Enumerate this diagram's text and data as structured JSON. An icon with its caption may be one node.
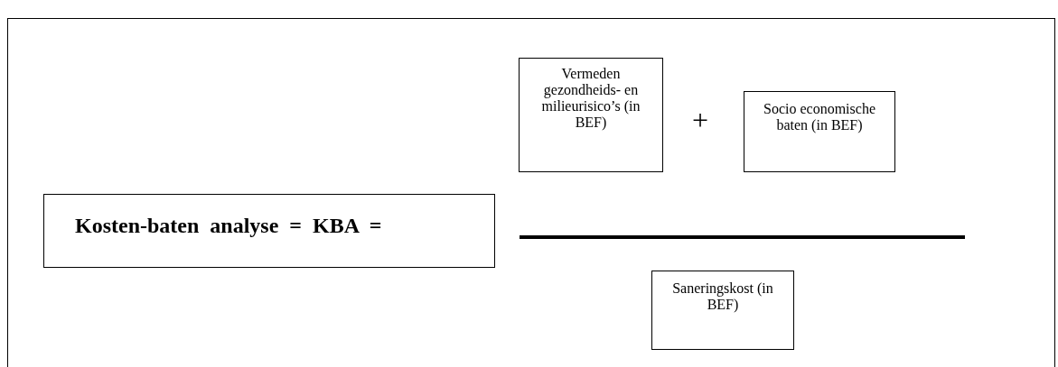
{
  "diagram": {
    "nodes": [
      {
        "text": [
          "Kosten-baten analyse = KBA ="
        ]
      },
      {
        "text": [
          "Vermeden gezondheids- en milieurisico’s (in BEF)"
        ]
      },
      {
        "text": [
          "Socio economische baten (in BEF)"
        ]
      },
      {
        "text": [
          "Saneringskost (in BEF)"
        ]
      }
    ],
    "edges": [],
    "labels": [
      "+"
    ]
  }
}
